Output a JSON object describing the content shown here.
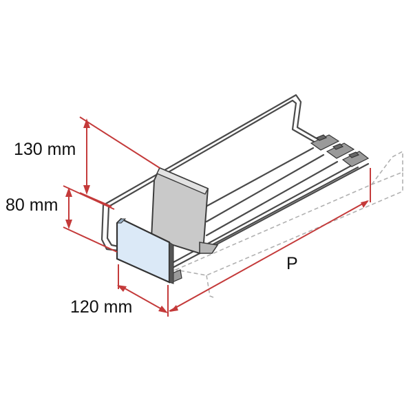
{
  "labels": {
    "height_top": "130 mm",
    "height_bottom": "80 mm",
    "width": "120 mm",
    "depth": "P"
  },
  "colors": {
    "dimension": "#c43a3a",
    "wire": "#4a4a4a",
    "panel": "#c9c9c9",
    "front_plate": "#dbe9f7",
    "cabinet_dashed": "#b0b0b0"
  }
}
